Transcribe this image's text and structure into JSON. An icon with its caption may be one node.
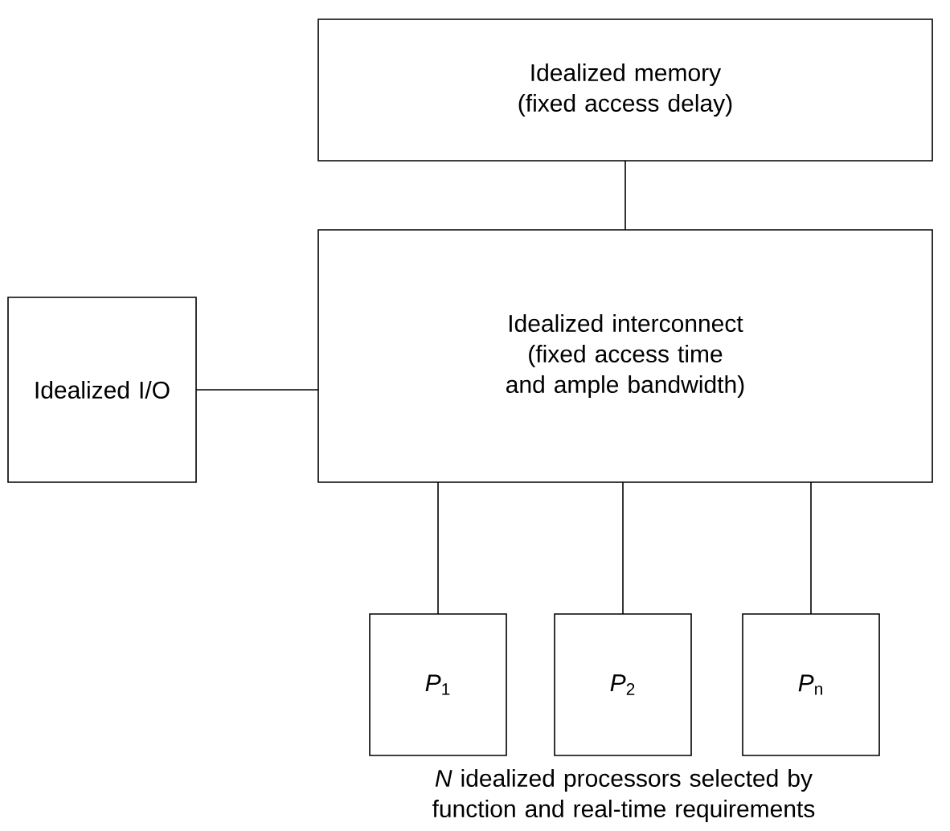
{
  "diagram": {
    "nodes": [
      {
        "text": [
          "Idealized memory (fixed access delay)"
        ]
      },
      {
        "text": [
          "Idealized I/O"
        ]
      },
      {
        "text": [
          "Idealized interconnect (fixed access time and ample bandwidth)"
        ]
      },
      {
        "text": [
          "*P*$_{1}$"
        ]
      },
      {
        "text": [
          "*P*$_{2}$"
        ]
      },
      {
        "text": [
          "*P*$_{n}$"
        ]
      }
    ],
    "edges": [
      {
        "from": 0,
        "to": 2,
        "arrow": "none"
      },
      {
        "from": 1,
        "to": 2,
        "arrow": "none"
      },
      {
        "from": 2,
        "to": 3,
        "arrow": "none"
      },
      {
        "from": 2,
        "to": 4,
        "arrow": "none"
      },
      {
        "from": 2,
        "to": 5,
        "arrow": "none"
      }
    ],
    "labels": [
      "*N* idealized processors selected by function and real-time requirements"
    ]
  }
}
